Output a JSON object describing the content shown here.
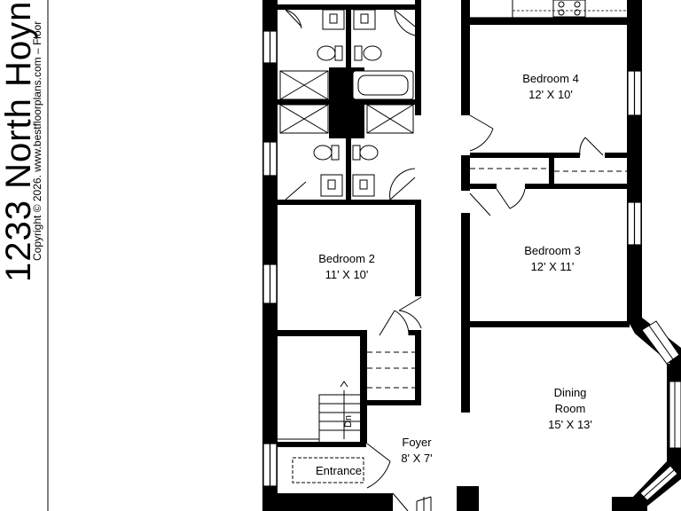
{
  "title": {
    "address": "1233 North Hoyne",
    "copyright": "Copyright © 2026. www.bestfloorplans.com – Floor"
  },
  "rooms": {
    "bedroom4": {
      "name": "Bedroom 4",
      "size": "12' X 10'"
    },
    "bedroom3": {
      "name": "Bedroom 3",
      "size": "12' X 11'"
    },
    "bedroom2": {
      "name": "Bedroom 2",
      "size": "11' X 10'"
    },
    "dining": {
      "name_line1": "Dining",
      "name_line2": "Room",
      "size": "15' X 13'"
    },
    "foyer": {
      "name": "Foyer",
      "size": "8' X 7'"
    }
  },
  "entrance": {
    "label": "Entrance"
  },
  "stairs": {
    "direction_label": "Dn"
  },
  "colors": {
    "wall": "#000000",
    "background": "#ffffff",
    "fixture": "#7a7a7a"
  }
}
